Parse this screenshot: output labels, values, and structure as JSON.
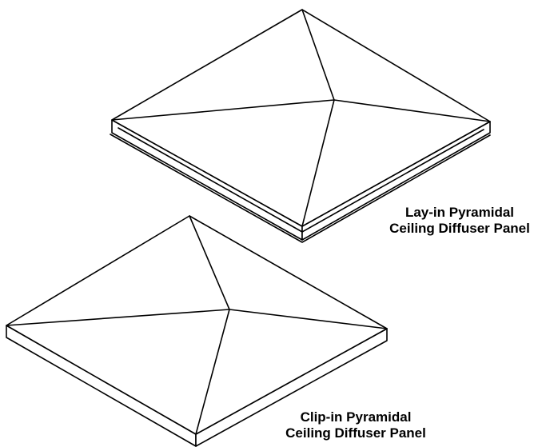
{
  "panels": [
    {
      "id": "lay-in",
      "label_line1": "Lay-in Pyramidal",
      "label_line2": "Ceiling Diffuser Panel"
    },
    {
      "id": "clip-in",
      "label_line1": "Clip-in Pyramidal",
      "label_line2": "Ceiling Diffuser Panel"
    }
  ],
  "colors": {
    "line": "#000000",
    "background": "#ffffff"
  }
}
